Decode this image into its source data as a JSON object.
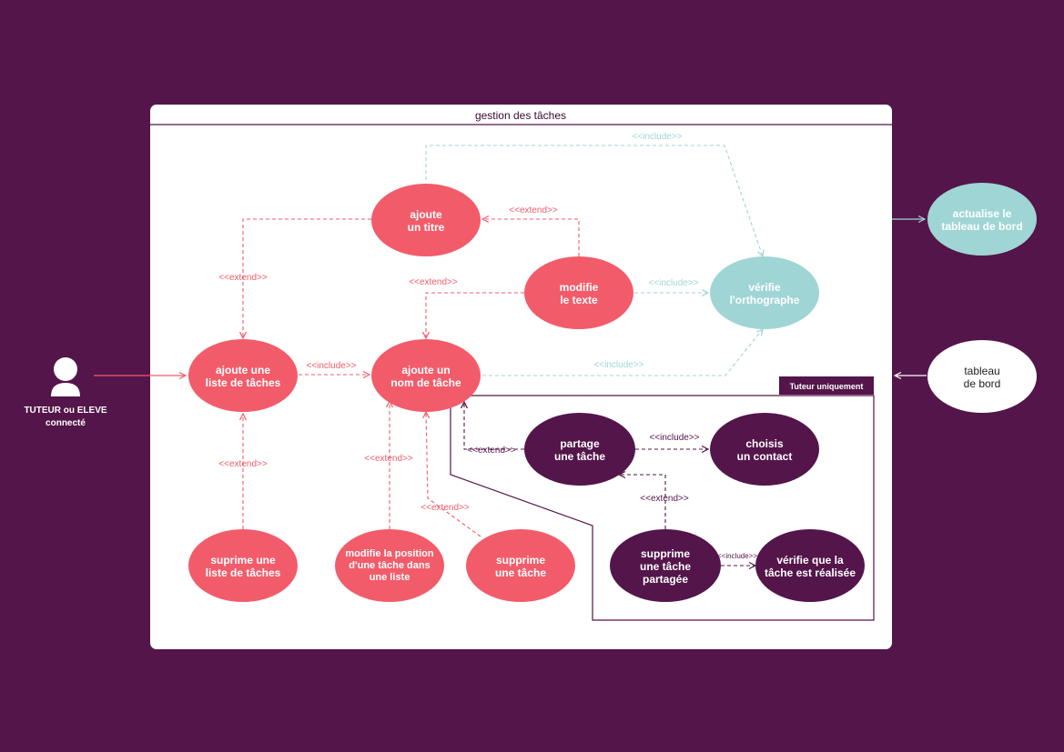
{
  "system": {
    "title": "gestion des tâches"
  },
  "fragment": {
    "label": "Tuteur uniquement"
  },
  "actor": {
    "line1": "TUTEUR ou ELEVE",
    "line2": "connecté"
  },
  "usecases": {
    "ajoute_titre": [
      "ajoute",
      "un titre"
    ],
    "modifie_texte": [
      "modifie",
      "le texte"
    ],
    "verifie_ortho": [
      "vérifie",
      "l'orthographe"
    ],
    "ajoute_liste": [
      "ajoute une",
      "liste de tâches"
    ],
    "ajoute_nom": [
      "ajoute un",
      "nom de tâche"
    ],
    "partage": [
      "partage",
      "une tâche"
    ],
    "choisis": [
      "choisis",
      "un contact"
    ],
    "suprime_liste": [
      "suprime une",
      "liste de tâches"
    ],
    "modifie_position": [
      "modifie la position",
      "d'une tâche dans",
      "une liste"
    ],
    "supprime_tache": [
      "supprime",
      "une tâche"
    ],
    "supprime_partagee": [
      "supprime",
      "une tâche",
      "partagée"
    ],
    "verifie_realisee": [
      "vérifie que la",
      "tâche est réalisée"
    ],
    "actualise": [
      "actualise le",
      "tableau de bord"
    ],
    "tableau": [
      "tableau",
      "de bord"
    ]
  },
  "relations": {
    "include": "<<include>>",
    "extend": "<<extend>>"
  },
  "colors": {
    "background": "#54154a",
    "coral": "#f25c6a",
    "teal": "#a0d5d5",
    "purple": "#54154a",
    "white": "#ffffff"
  }
}
